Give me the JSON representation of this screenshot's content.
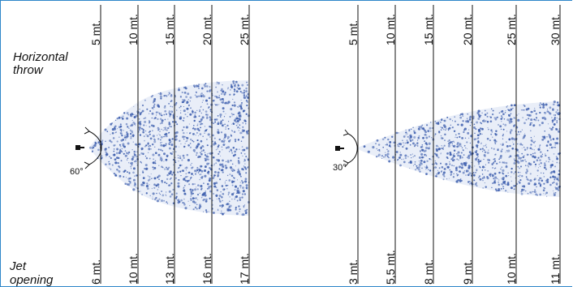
{
  "labels": {
    "horizontal_throw": [
      "Horizontal",
      "throw"
    ],
    "jet_opening": [
      "Jet",
      "opening"
    ]
  },
  "panels": [
    {
      "angle": "60°",
      "throw_marks": [
        "5 mt.",
        "10 mt.",
        "15 mt.",
        "20 mt.",
        "25 mt."
      ],
      "opening_marks": [
        "6 mt.",
        "10 mt.",
        "13 mt.",
        "16 mt.",
        "17 mt."
      ]
    },
    {
      "angle": "30°",
      "throw_marks": [
        "5 mt.",
        "10 mt.",
        "15 mt.",
        "20 mt.",
        "25 mt.",
        "30 mt."
      ],
      "opening_marks": [
        "3 mt.",
        "5,5 mt.",
        "8 mt.",
        "9 mt.",
        "10 mt.",
        "11 mt."
      ]
    }
  ],
  "colors": {
    "spray": "#3e5fae",
    "frame": "#2e86c9",
    "lines": "#111111"
  }
}
